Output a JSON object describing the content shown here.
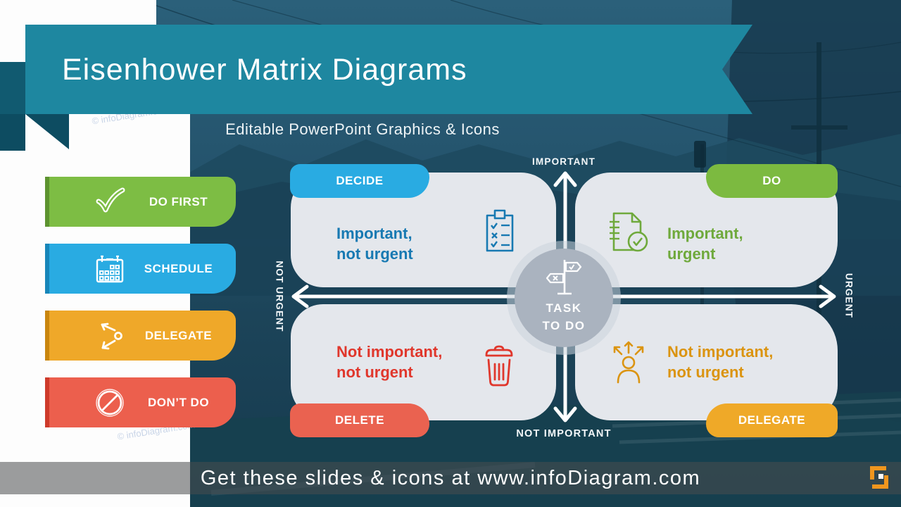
{
  "slide": {
    "title": "Eisenhower Matrix Diagrams",
    "subtitle": "Editable PowerPoint Graphics & Icons",
    "watermark": "© infoDiagram.com",
    "background": "street photo with power poles, hills and road under dark blue overlay"
  },
  "sidebar": {
    "items": [
      {
        "label": "DO FIRST",
        "color": "#7dbd44",
        "accent": "#5d9330",
        "icon": "check-icon"
      },
      {
        "label": "SCHEDULE",
        "color": "#29abe2",
        "accent": "#1886b9",
        "icon": "calendar-icon"
      },
      {
        "label": "DELEGATE",
        "color": "#efa829",
        "accent": "#c9860f",
        "icon": "delegate-arrows-icon"
      },
      {
        "label": "DON’T DO",
        "color": "#ec5f4d",
        "accent": "#ce3b2b",
        "icon": "prohibition-icon"
      }
    ]
  },
  "matrix": {
    "axes": {
      "top": "IMPORTANT",
      "bottom": "NOT IMPORTANT",
      "left": "NOT URGENT",
      "right": "URGENT"
    },
    "center": {
      "line1": "TASK",
      "line2": "TO DO",
      "icon": "signpost-icon",
      "color": "#aab3bf"
    },
    "quadrants": [
      {
        "tab": "DECIDE",
        "tab_color": "#29abe2",
        "line1": "Important,",
        "line2": "not urgent",
        "text_color": "#1779b2",
        "icon": "checklist-icon"
      },
      {
        "tab": "DO",
        "tab_color": "#7cba40",
        "line1": "Important,",
        "line2": "urgent",
        "text_color": "#6fa93c",
        "icon": "document-check-icon"
      },
      {
        "tab": "DELETE",
        "tab_color": "#ea6250",
        "line1": "Not important,",
        "line2": "not urgent",
        "text_color": "#e0372c",
        "icon": "trash-icon"
      },
      {
        "tab": "DELEGATE",
        "tab_color": "#efa928",
        "line1": "Not important,",
        "line2": "not urgent",
        "text_color": "#db9410",
        "icon": "delegate-person-icon"
      }
    ]
  },
  "footer": {
    "text": "Get these slides & icons at www.infoDiagram.com",
    "logo_icon": "infodiagram-logo-icon"
  },
  "theme": {
    "ribbon_teal": "#1e87a0",
    "ribbon_fold_dark": "#115a70",
    "panel_gray": "#e4e7ec",
    "arrow_white": "#ffffff",
    "footer_overlay": "rgba(74,77,79,0.55)",
    "logo_orange": "#f0961e"
  }
}
